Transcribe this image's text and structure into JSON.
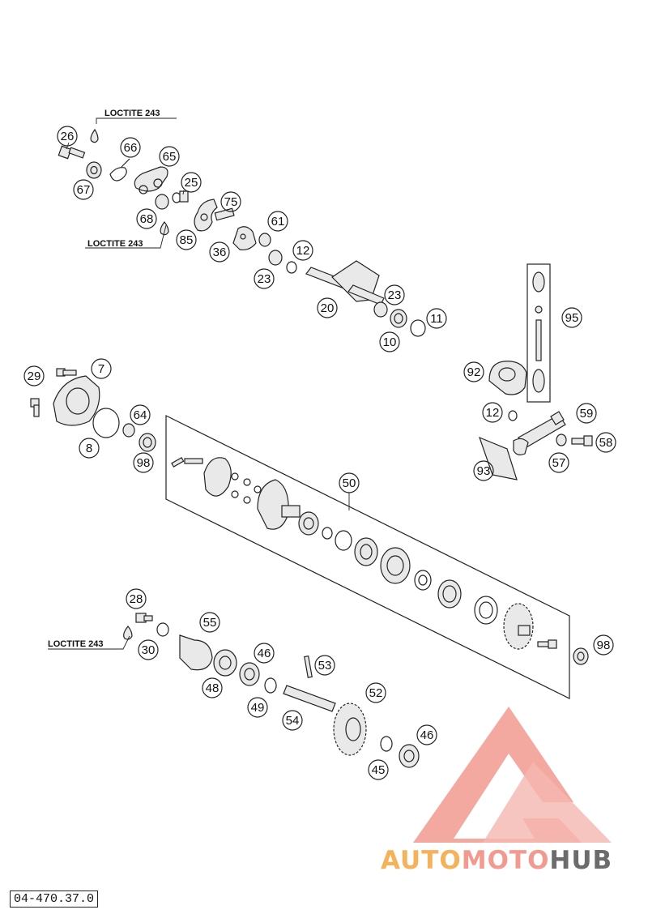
{
  "diagram": {
    "document_id": "04-470.37.0",
    "watermark": {
      "text_parts": [
        "AUTO",
        "MOTO",
        "HUB"
      ],
      "colors": [
        "#f5b25a",
        "#f29a90",
        "#6c6c6c"
      ],
      "logo_color": "#f29a90"
    },
    "adhesive_notes": [
      "LOCTITE 243",
      "LOCTITE 243",
      "LOCTITE 243"
    ],
    "part_numbers": [
      "26",
      "66",
      "65",
      "67",
      "25",
      "68",
      "75",
      "85",
      "61",
      "36",
      "12",
      "23",
      "20",
      "23",
      "11",
      "10",
      "7",
      "29",
      "95",
      "64",
      "8",
      "98",
      "92",
      "12",
      "59",
      "58",
      "57",
      "93",
      "50",
      "28",
      "55",
      "30",
      "46",
      "53",
      "48",
      "49",
      "52",
      "54",
      "46",
      "45",
      "98"
    ]
  }
}
